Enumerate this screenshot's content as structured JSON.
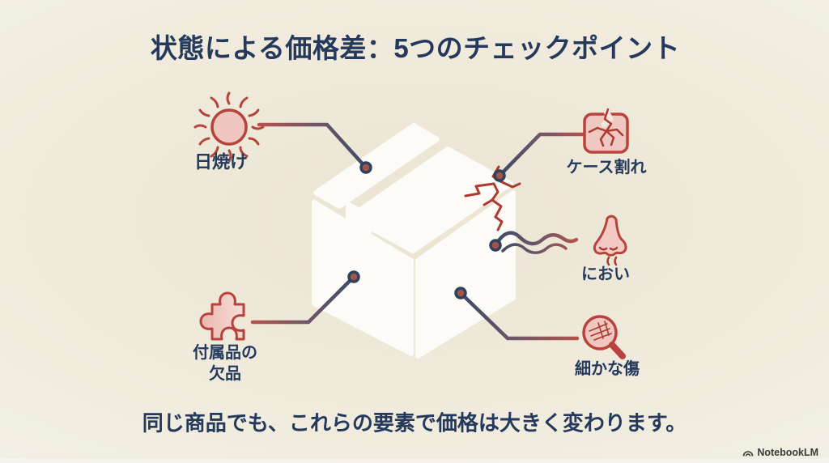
{
  "title": "状態による価格差：5つのチェックポイント",
  "checkpoints": [
    {
      "name": "sun-fade",
      "label": "日焼け",
      "icon": "sun-icon"
    },
    {
      "name": "case-crack",
      "label": "ケース割れ",
      "icon": "cracked-case-icon"
    },
    {
      "name": "smell",
      "label": "におい",
      "icon": "nose-icon"
    },
    {
      "name": "fine-scratches",
      "label": "細かな傷",
      "icon": "magnifier-icon"
    },
    {
      "name": "missing-accessories",
      "label": "付属品の\n欠品",
      "icon": "puzzle-piece-icon"
    }
  ],
  "conclusion": "同じ商品でも、これらの要素で価格は大きく変わります。",
  "watermark": "NotebookLM",
  "colors": {
    "background": "#efeadb",
    "heading_navy": "#24395c",
    "line_navy": "#3b4a67",
    "accent_red": "#b2443c",
    "icon_pink": "#efc6c0",
    "box_white": "#fcfbf7",
    "dot_inner_red": "#a3554c",
    "watermark_gray": "#3a3a36"
  }
}
